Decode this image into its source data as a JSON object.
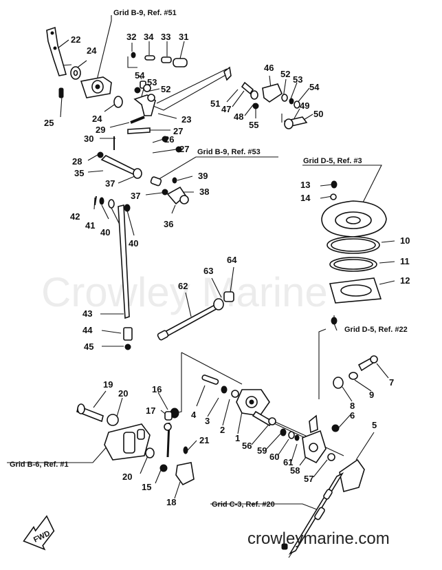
{
  "watermark": "Crowley Marine",
  "site_url": "crowleymarine.com",
  "fwd_label": "FWD",
  "grid_refs": [
    {
      "id": "gr1",
      "text": "Grid B-9, Ref. #51"
    },
    {
      "id": "gr2",
      "text": "Grid B-9, Ref. #53"
    },
    {
      "id": "gr3",
      "text": "Grid D-5, Ref. #3"
    },
    {
      "id": "gr4",
      "text": "Grid D-5, Ref. #22"
    },
    {
      "id": "gr5",
      "text": "Grid B-6, Ref. #1"
    },
    {
      "id": "gr6",
      "text": "Grid C-3, Ref. #20"
    }
  ],
  "part_labels": [
    {
      "id": "p22",
      "text": "22"
    },
    {
      "id": "p24a",
      "text": "24"
    },
    {
      "id": "p25",
      "text": "25"
    },
    {
      "id": "p32",
      "text": "32"
    },
    {
      "id": "p34",
      "text": "34"
    },
    {
      "id": "p33",
      "text": "33"
    },
    {
      "id": "p31",
      "text": "31"
    },
    {
      "id": "p54a",
      "text": "54"
    },
    {
      "id": "p53a",
      "text": "53"
    },
    {
      "id": "p52a",
      "text": "52"
    },
    {
      "id": "p24b",
      "text": "24"
    },
    {
      "id": "p23",
      "text": "23"
    },
    {
      "id": "p29",
      "text": "29"
    },
    {
      "id": "p27a",
      "text": "27"
    },
    {
      "id": "p26",
      "text": "26"
    },
    {
      "id": "p30",
      "text": "30"
    },
    {
      "id": "p27b",
      "text": "27"
    },
    {
      "id": "p28",
      "text": "28"
    },
    {
      "id": "p35",
      "text": "35"
    },
    {
      "id": "p46",
      "text": "46"
    },
    {
      "id": "p52b",
      "text": "52"
    },
    {
      "id": "p53b",
      "text": "53"
    },
    {
      "id": "p54b",
      "text": "54"
    },
    {
      "id": "p51",
      "text": "51"
    },
    {
      "id": "p47",
      "text": "47"
    },
    {
      "id": "p48",
      "text": "48"
    },
    {
      "id": "p55",
      "text": "55"
    },
    {
      "id": "p49",
      "text": "49"
    },
    {
      "id": "p50",
      "text": "50"
    },
    {
      "id": "p39",
      "text": "39"
    },
    {
      "id": "p37a",
      "text": "37"
    },
    {
      "id": "p37b",
      "text": "37"
    },
    {
      "id": "p38",
      "text": "38"
    },
    {
      "id": "p36",
      "text": "36"
    },
    {
      "id": "p42",
      "text": "42"
    },
    {
      "id": "p41",
      "text": "41"
    },
    {
      "id": "p40a",
      "text": "40"
    },
    {
      "id": "p40b",
      "text": "40"
    },
    {
      "id": "p13",
      "text": "13"
    },
    {
      "id": "p14",
      "text": "14"
    },
    {
      "id": "p10",
      "text": "10"
    },
    {
      "id": "p11",
      "text": "11"
    },
    {
      "id": "p12",
      "text": "12"
    },
    {
      "id": "p64",
      "text": "64"
    },
    {
      "id": "p63",
      "text": "63"
    },
    {
      "id": "p62",
      "text": "62"
    },
    {
      "id": "p43",
      "text": "43"
    },
    {
      "id": "p44",
      "text": "44"
    },
    {
      "id": "p45",
      "text": "45"
    },
    {
      "id": "p7",
      "text": "7"
    },
    {
      "id": "p9",
      "text": "9"
    },
    {
      "id": "p8",
      "text": "8"
    },
    {
      "id": "p6",
      "text": "6"
    },
    {
      "id": "p5",
      "text": "5"
    },
    {
      "id": "p19",
      "text": "19"
    },
    {
      "id": "p20a",
      "text": "20"
    },
    {
      "id": "p16",
      "text": "16"
    },
    {
      "id": "p17",
      "text": "17"
    },
    {
      "id": "p4",
      "text": "4"
    },
    {
      "id": "p3",
      "text": "3"
    },
    {
      "id": "p2",
      "text": "2"
    },
    {
      "id": "p1",
      "text": "1"
    },
    {
      "id": "p21",
      "text": "21"
    },
    {
      "id": "p56",
      "text": "56"
    },
    {
      "id": "p59",
      "text": "59"
    },
    {
      "id": "p60",
      "text": "60"
    },
    {
      "id": "p61",
      "text": "61"
    },
    {
      "id": "p58",
      "text": "58"
    },
    {
      "id": "p57",
      "text": "57"
    },
    {
      "id": "p20b",
      "text": "20"
    },
    {
      "id": "p15",
      "text": "15"
    },
    {
      "id": "p18",
      "text": "18"
    }
  ]
}
